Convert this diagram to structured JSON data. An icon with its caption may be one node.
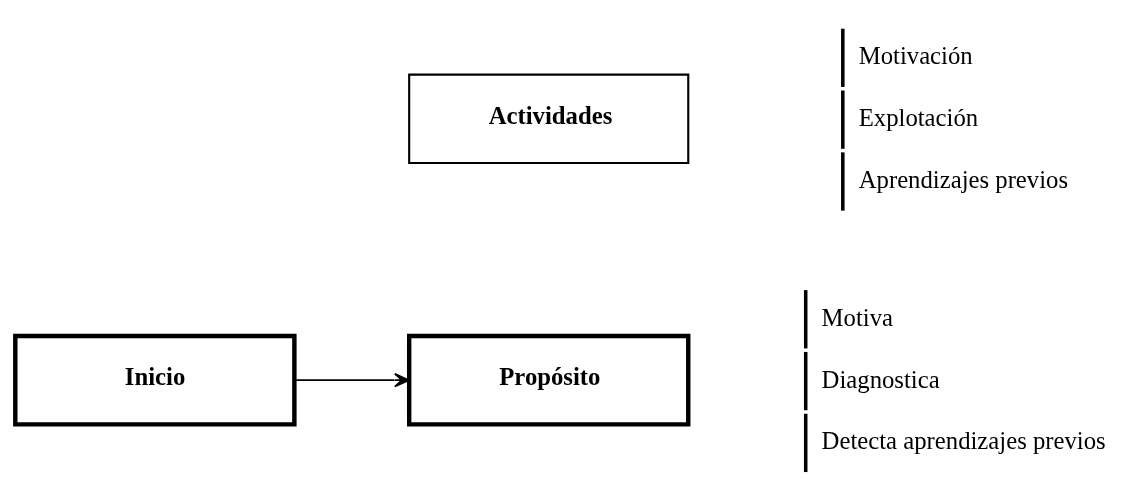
{
  "diagram": {
    "nodes": [
      {
        "text": [
          "Inicio"
        ]
      },
      {
        "text": [
          "Propósito"
        ],
        "beside": [
          "Motiva",
          "Diagnostica",
          "Detecta aprendizajes previos"
        ]
      },
      {
        "text": [
          "Actividades"
        ],
        "beside": [
          "Motivación",
          "Explotación",
          "Aprendizajes previos"
        ]
      }
    ],
    "edges": [
      {
        "from": 0,
        "to": 1,
        "arrow": "to"
      }
    ]
  }
}
